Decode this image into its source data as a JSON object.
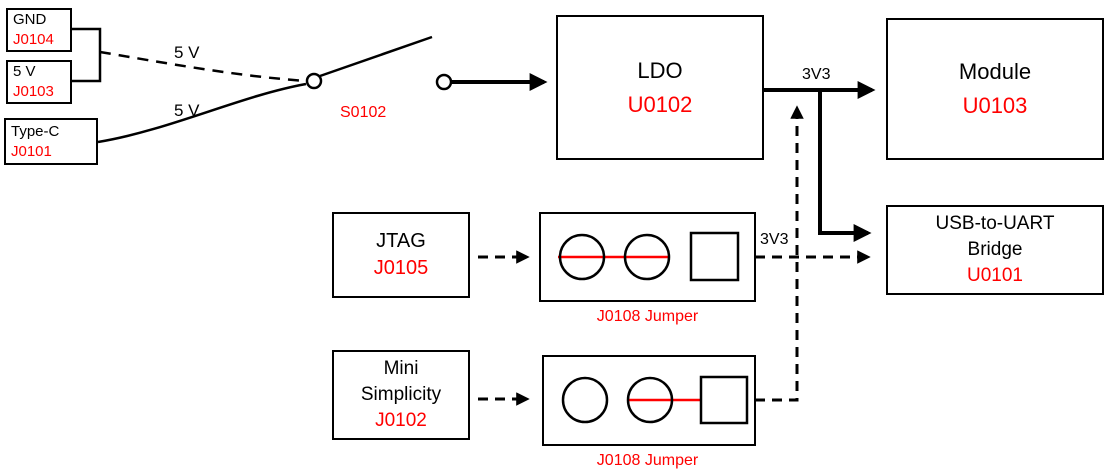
{
  "diagram": {
    "gnd": {
      "label": "GND",
      "ref": "J0104"
    },
    "v5": {
      "label": "5 V",
      "ref": "J0103"
    },
    "typec": {
      "label": "Type-C",
      "ref": "J0101"
    },
    "switch": {
      "ref": "S0102"
    },
    "ldo": {
      "label": "LDO",
      "ref": "U0102"
    },
    "module": {
      "label": "Module",
      "ref": "U0103"
    },
    "bridge": {
      "label_line1": "USB-to-UART",
      "label_line2": "Bridge",
      "ref": "U0101"
    },
    "jtag": {
      "label": "JTAG",
      "ref": "J0105"
    },
    "mini": {
      "label_line1": "Mini",
      "label_line2": "Simplicity",
      "ref": "J0102"
    },
    "jumper_top": {
      "label": "J0108 Jumper"
    },
    "jumper_bottom": {
      "label": "J0108 Jumper"
    },
    "net_labels": {
      "v5_dashed": "5 V",
      "v5_solid": "5 V",
      "v33_ldo_out": "3V3",
      "v33_bridge_in": "3V3"
    },
    "colors": {
      "ref_red": "#ff0000",
      "jumper_link_red": "#ff0000",
      "wire_black": "#000000"
    }
  }
}
